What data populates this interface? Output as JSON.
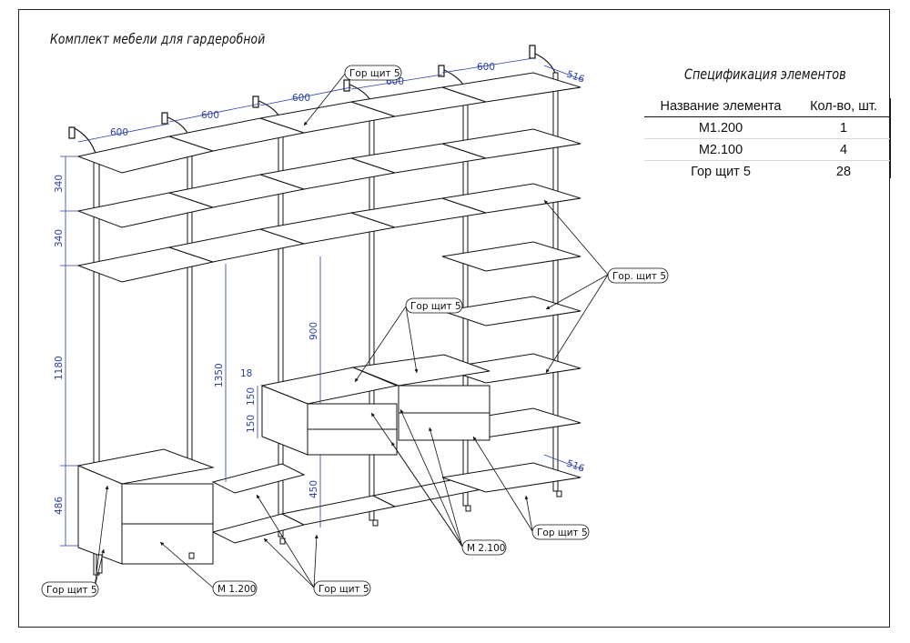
{
  "header": {
    "title": "Комплект мебели для гардеробной"
  },
  "specification": {
    "title": "Спецификация элементов",
    "columns": [
      "Название элемента",
      "Кол-во, шт."
    ],
    "rows": [
      {
        "name": "М1.200",
        "qty": "1"
      },
      {
        "name": "М2.100",
        "qty": "4"
      },
      {
        "name": "Гор щит 5",
        "qty": "28"
      }
    ]
  },
  "dimensions": {
    "widths": [
      "600",
      "600",
      "600",
      "600",
      "600"
    ],
    "depth_top": "516",
    "depth_side": "516",
    "left_heights": [
      "340",
      "340",
      "1180",
      "486"
    ],
    "center_heights": [
      "1350",
      "900",
      "450"
    ],
    "drawer_dims": [
      "18",
      "150",
      "150"
    ]
  },
  "callouts": {
    "top_shelf": "Гор щит 5",
    "right_shelves": "Гор. щит 5",
    "drawer_shelf": "Гор щит 5",
    "bottom_right": "Гор щит 5",
    "module_m2": "М 2.100",
    "bottom_left": "Гор щит 5",
    "module_m1": "М 1.200",
    "bottom_center": "Гор щит 5"
  },
  "colors": {
    "line": "#111111",
    "dimension": "#2a3fa8"
  }
}
